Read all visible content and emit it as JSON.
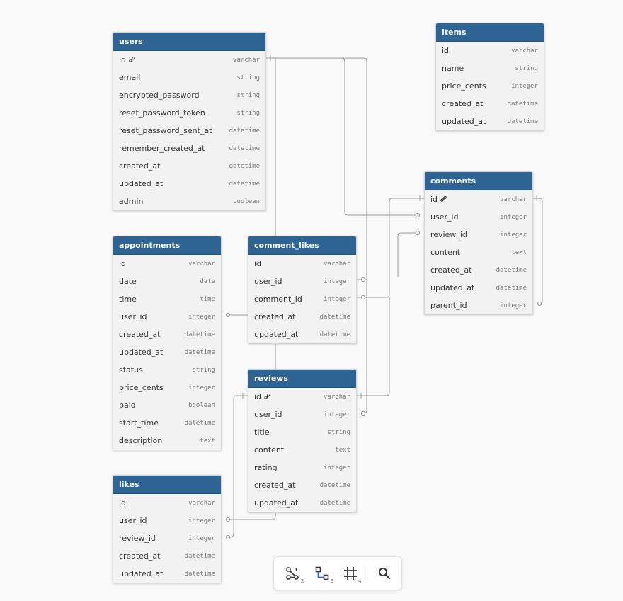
{
  "tables": {
    "users": {
      "title": "users",
      "columns": [
        {
          "name": "id",
          "type": "varchar",
          "key": true
        },
        {
          "name": "email",
          "type": "string"
        },
        {
          "name": "encrypted_password",
          "type": "string"
        },
        {
          "name": "reset_password_token",
          "type": "string"
        },
        {
          "name": "reset_password_sent_at",
          "type": "datetime"
        },
        {
          "name": "remember_created_at",
          "type": "datetime"
        },
        {
          "name": "created_at",
          "type": "datetime"
        },
        {
          "name": "updated_at",
          "type": "datetime"
        },
        {
          "name": "admin",
          "type": "boolean"
        }
      ]
    },
    "items": {
      "title": "items",
      "columns": [
        {
          "name": "id",
          "type": "varchar"
        },
        {
          "name": "name",
          "type": "string"
        },
        {
          "name": "price_cents",
          "type": "integer"
        },
        {
          "name": "created_at",
          "type": "datetime"
        },
        {
          "name": "updated_at",
          "type": "datetime"
        }
      ]
    },
    "comments": {
      "title": "comments",
      "columns": [
        {
          "name": "id",
          "type": "varchar",
          "key": true
        },
        {
          "name": "user_id",
          "type": "integer"
        },
        {
          "name": "review_id",
          "type": "integer"
        },
        {
          "name": "content",
          "type": "text"
        },
        {
          "name": "created_at",
          "type": "datetime"
        },
        {
          "name": "updated_at",
          "type": "datetime"
        },
        {
          "name": "parent_id",
          "type": "integer"
        }
      ]
    },
    "appointments": {
      "title": "appointments",
      "columns": [
        {
          "name": "id",
          "type": "varchar"
        },
        {
          "name": "date",
          "type": "date"
        },
        {
          "name": "time",
          "type": "time"
        },
        {
          "name": "user_id",
          "type": "integer"
        },
        {
          "name": "created_at",
          "type": "datetime"
        },
        {
          "name": "updated_at",
          "type": "datetime"
        },
        {
          "name": "status",
          "type": "string"
        },
        {
          "name": "price_cents",
          "type": "integer"
        },
        {
          "name": "paid",
          "type": "boolean"
        },
        {
          "name": "start_time",
          "type": "datetime"
        },
        {
          "name": "description",
          "type": "text"
        }
      ]
    },
    "comment_likes": {
      "title": "comment_likes",
      "columns": [
        {
          "name": "id",
          "type": "varchar"
        },
        {
          "name": "user_id",
          "type": "integer"
        },
        {
          "name": "comment_id",
          "type": "integer"
        },
        {
          "name": "created_at",
          "type": "datetime"
        },
        {
          "name": "updated_at",
          "type": "datetime"
        }
      ]
    },
    "reviews": {
      "title": "reviews",
      "columns": [
        {
          "name": "id",
          "type": "varchar",
          "key": true
        },
        {
          "name": "user_id",
          "type": "integer"
        },
        {
          "name": "title",
          "type": "string"
        },
        {
          "name": "content",
          "type": "text"
        },
        {
          "name": "rating",
          "type": "integer"
        },
        {
          "name": "created_at",
          "type": "datetime"
        },
        {
          "name": "updated_at",
          "type": "datetime"
        }
      ]
    },
    "likes": {
      "title": "likes",
      "columns": [
        {
          "name": "id",
          "type": "varchar"
        },
        {
          "name": "user_id",
          "type": "integer"
        },
        {
          "name": "review_id",
          "type": "integer"
        },
        {
          "name": "created_at",
          "type": "datetime"
        },
        {
          "name": "updated_at",
          "type": "datetime"
        }
      ]
    }
  },
  "toolbar": {
    "relations_count": "2",
    "auto_layout_count": "3",
    "fit_count": "4"
  },
  "colors": {
    "header": "#2d6494",
    "edge": "#9a9a9a",
    "background": "#f9f9f9"
  }
}
